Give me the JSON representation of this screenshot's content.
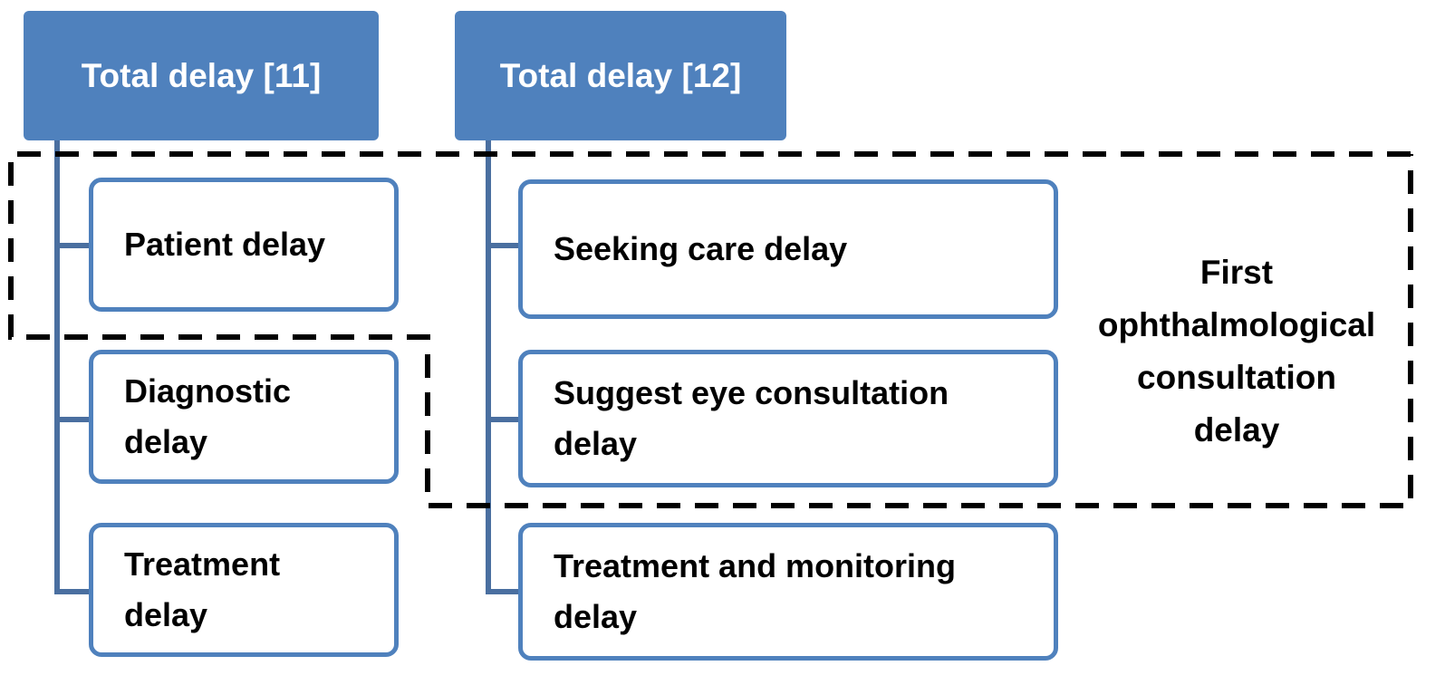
{
  "left_column": {
    "header": "Total delay [11]",
    "items": [
      "Patient delay",
      "Diagnostic delay",
      "Treatment delay"
    ]
  },
  "right_column": {
    "header": "Total delay [12]",
    "items": [
      "Seeking care delay",
      "Suggest eye consultation delay",
      "Treatment and monitoring delay"
    ]
  },
  "grouping_label": "First ophthalmological consultation delay",
  "colors": {
    "header_fill": "#4f81bd",
    "connector": "#4a6fa0",
    "node_border": "#4f81bd",
    "dashed_outline": "#000000"
  }
}
